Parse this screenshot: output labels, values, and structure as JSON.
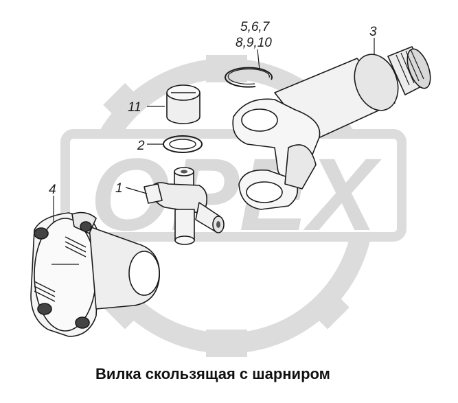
{
  "watermark": {
    "text": "OPEX",
    "color": "#d9d9d9"
  },
  "callouts": {
    "c1": "1",
    "c2": "2",
    "c3": "3",
    "c4": "4",
    "c5_line1": "5,6,7",
    "c5_line2": "8,9,10",
    "c11": "11"
  },
  "caption": "Вилка скользящая с шарниром",
  "colors": {
    "part_fill": "#f4f4f4",
    "part_shadow": "#cfcfcf",
    "outline": "#1a1a1a"
  }
}
